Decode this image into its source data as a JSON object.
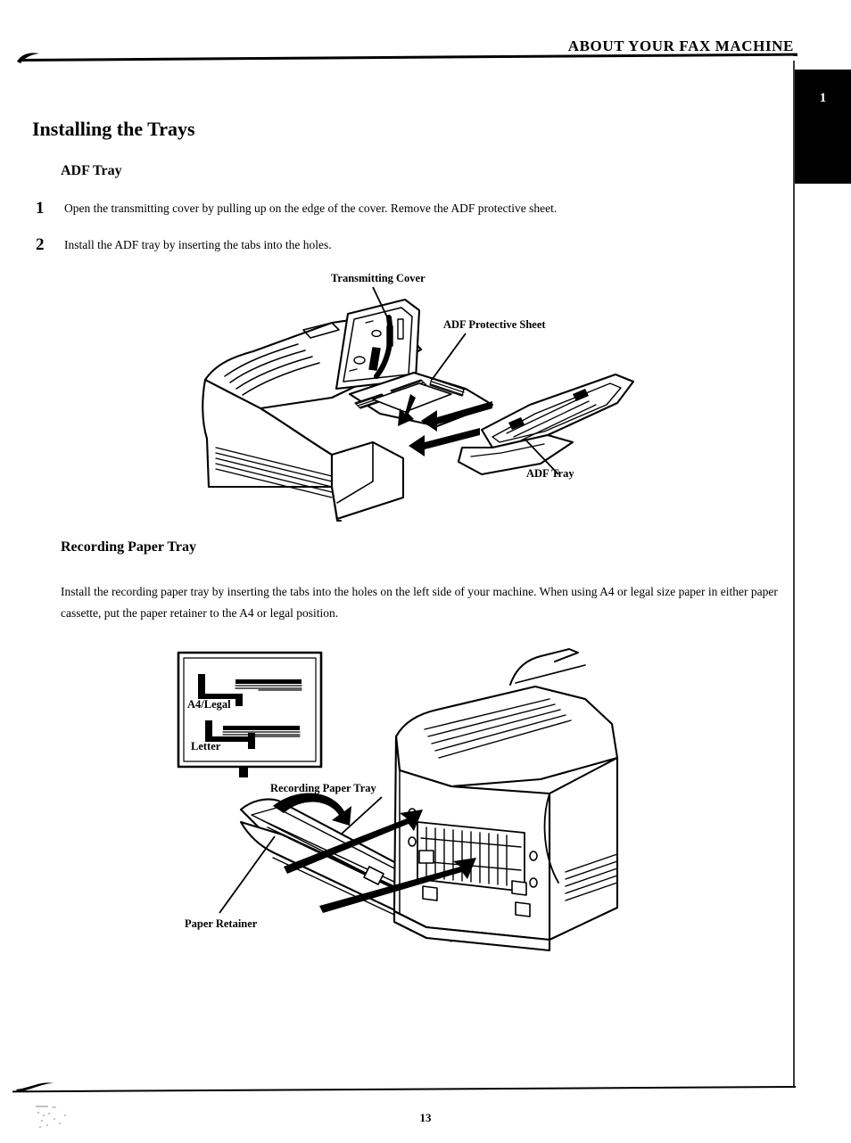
{
  "header": {
    "running_head": "ABOUT YOUR FAX MACHINE",
    "chapter_tab_number": "1"
  },
  "headings": {
    "title": "Installing the Trays",
    "adf_tray": "ADF Tray",
    "recording_paper_tray": "Recording Paper Tray"
  },
  "steps": [
    {
      "number": "1",
      "text": "Open the transmitting cover by pulling up on the edge of the cover.  Remove the ADF protective sheet."
    },
    {
      "number": "2",
      "text": "Install the ADF tray by inserting the tabs into the holes."
    }
  ],
  "recording_paper_tray": {
    "body": "Install the recording paper tray by inserting the tabs into the holes on the left side of your machine.  When using A4 or legal size paper in either paper cassette, put the paper retainer to the A4 or legal position."
  },
  "figures": {
    "adf_tray_figure": {
      "callouts": [
        "Transmitting Cover",
        "ADF Protective Sheet",
        "ADF Tray"
      ]
    },
    "recording_paper_figure": {
      "callouts": [
        "Recording Paper Tray",
        "Paper Retainer"
      ],
      "inset": {
        "positions": [
          "A4/Legal",
          "Letter"
        ]
      }
    }
  },
  "footer": {
    "page_number": "13"
  },
  "colors": {
    "ink": "#000000",
    "paper": "#ffffff",
    "tab": "#000000"
  }
}
